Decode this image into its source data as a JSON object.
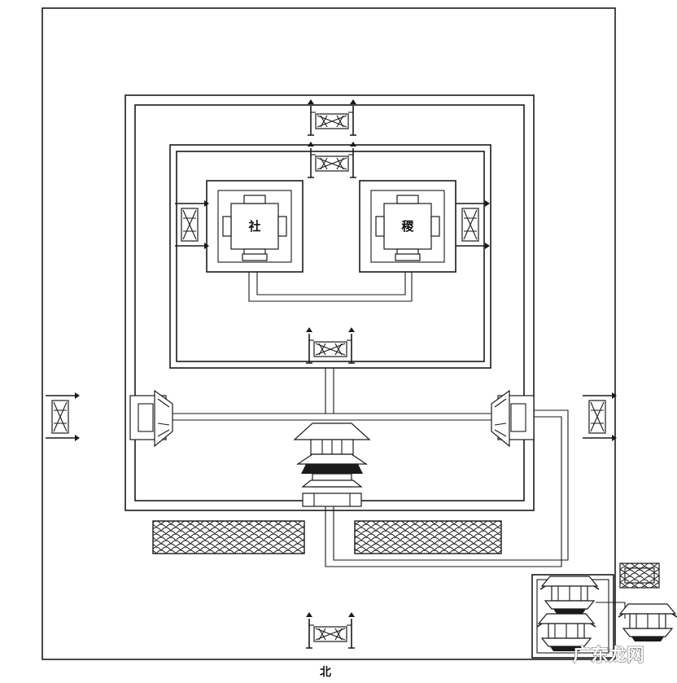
{
  "plan": {
    "altars": [
      {
        "character": "社"
      },
      {
        "character": "稷"
      }
    ],
    "north_label": "北",
    "watermark": "广东龙网"
  }
}
